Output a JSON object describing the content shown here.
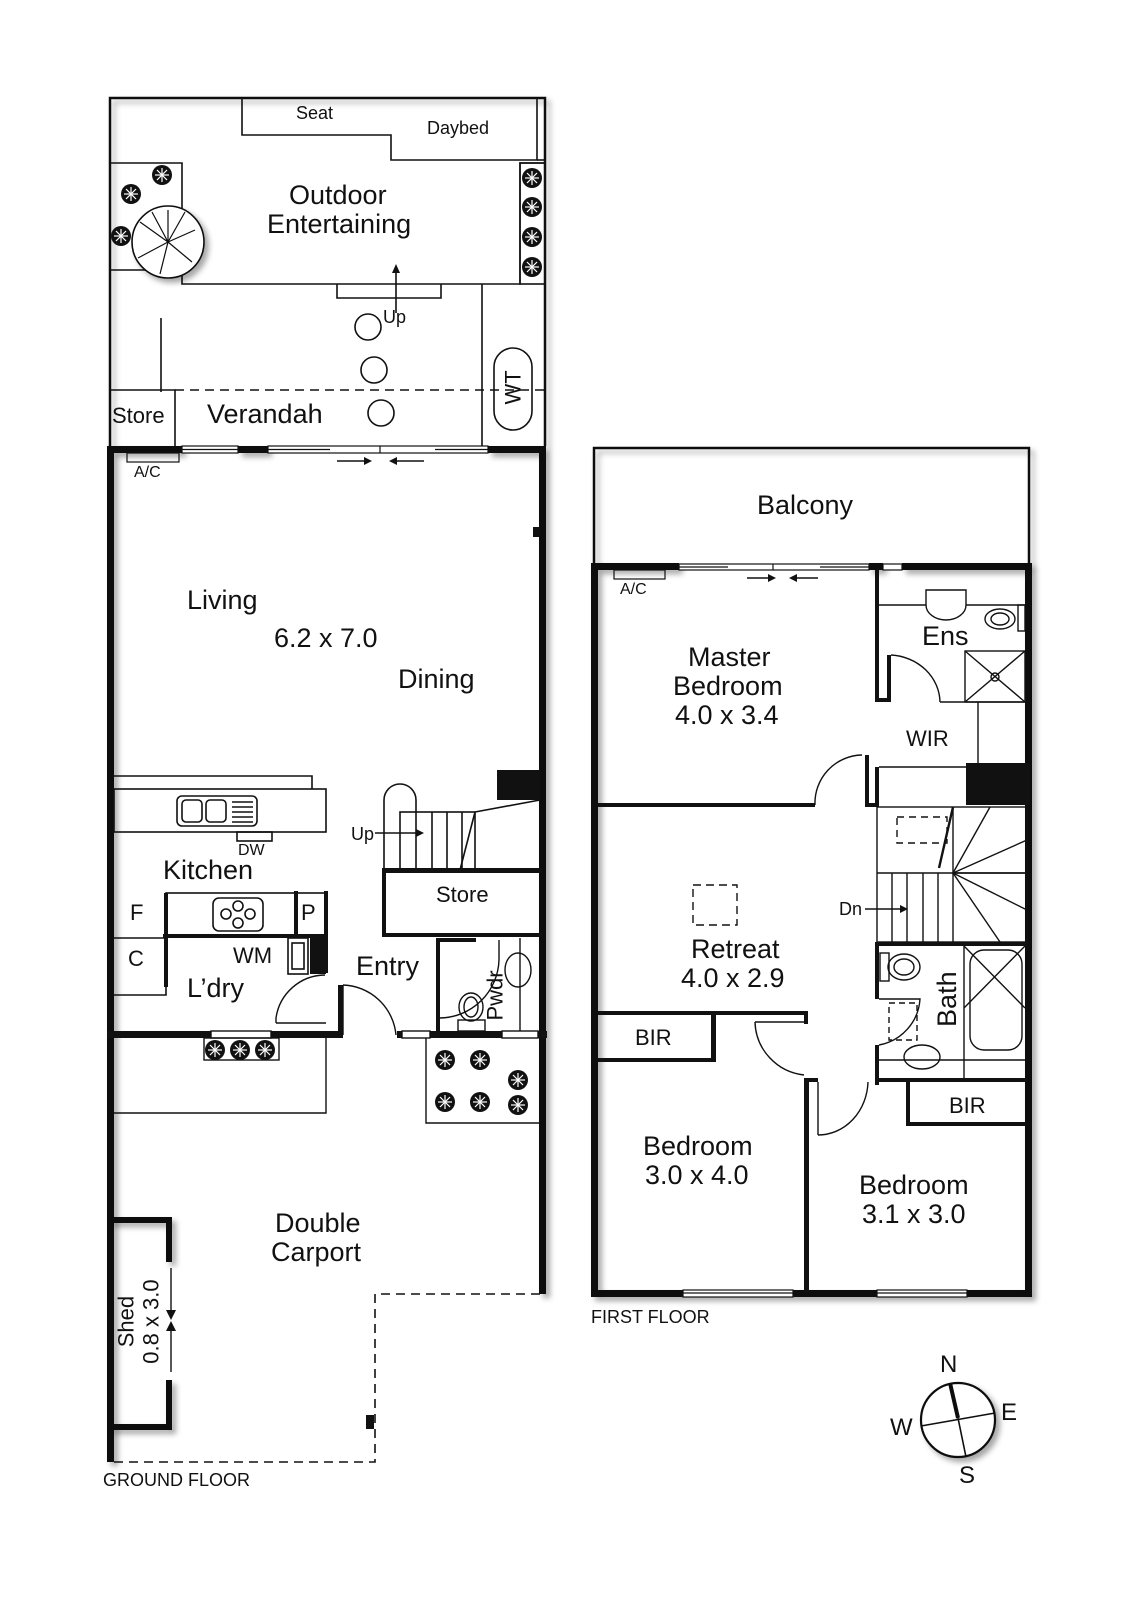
{
  "ground_floor": {
    "title": "GROUND FLOOR",
    "rooms": {
      "seat": "Seat",
      "daybed": "Daybed",
      "outdoor_entertaining_1": "Outdoor",
      "outdoor_entertaining_2": "Entertaining",
      "up_outdoor": "Up",
      "wt": "WT",
      "store_verandah": "Store",
      "verandah": "Verandah",
      "ac": "A/C",
      "living": "Living",
      "living_dims": "6.2 x 7.0",
      "dining": "Dining",
      "up_stairs": "Up",
      "dw": "DW",
      "kitchen": "Kitchen",
      "f": "F",
      "p": "P",
      "c": "C",
      "wm": "WM",
      "laundry": "L’dry",
      "entry": "Entry",
      "store_stairs": "Store",
      "pwdr": "Pwdr",
      "carport_1": "Double",
      "carport_2": "Carport",
      "shed": "Shed",
      "shed_dims": "0.8 x 3.0"
    }
  },
  "first_floor": {
    "title": "FIRST FLOOR",
    "rooms": {
      "balcony": "Balcony",
      "ac": "A/C",
      "master_1": "Master",
      "master_2": "Bedroom",
      "master_dims": "4.0 x 3.4",
      "ens": "Ens",
      "wir": "WIR",
      "dn": "Dn",
      "retreat": "Retreat",
      "retreat_dims": "4.0 x 2.9",
      "bath": "Bath",
      "bir_left": "BIR",
      "bir_right": "BIR",
      "bed2": "Bedroom",
      "bed2_dims": "3.0 x 4.0",
      "bed3": "Bedroom",
      "bed3_dims": "3.1 x 3.0"
    }
  },
  "compass": {
    "n": "N",
    "e": "E",
    "s": "S",
    "w": "W"
  }
}
